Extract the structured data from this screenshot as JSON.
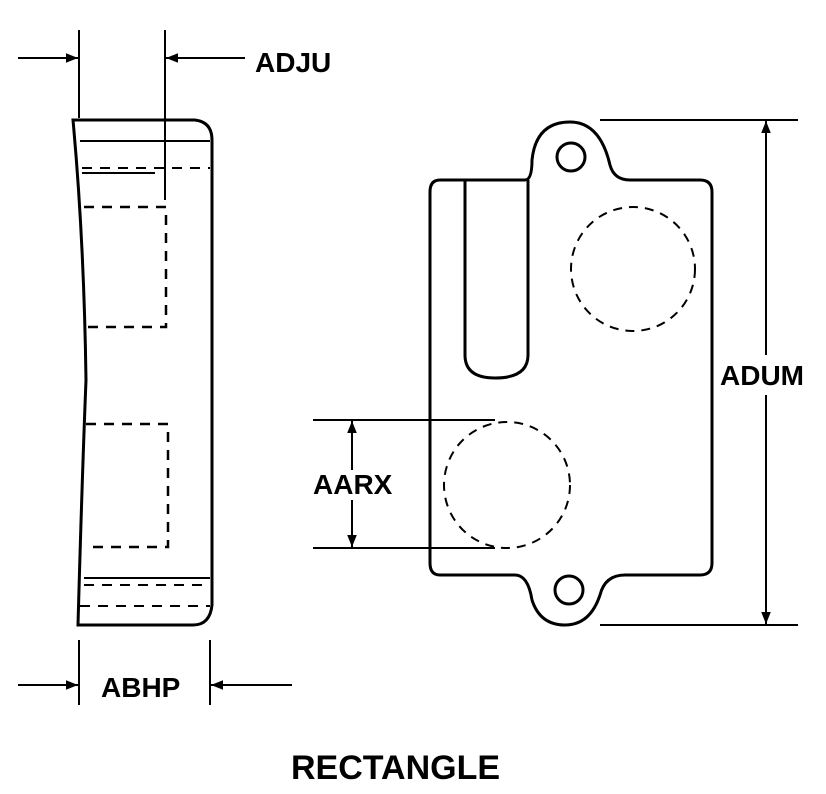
{
  "labels": {
    "adju": "ADJU",
    "abhp": "ABHP",
    "aarx": "AARX",
    "adum": "ADUM"
  },
  "caption": "RECTANGLE",
  "colors": {
    "ink": "#000000",
    "background": "#ffffff"
  }
}
